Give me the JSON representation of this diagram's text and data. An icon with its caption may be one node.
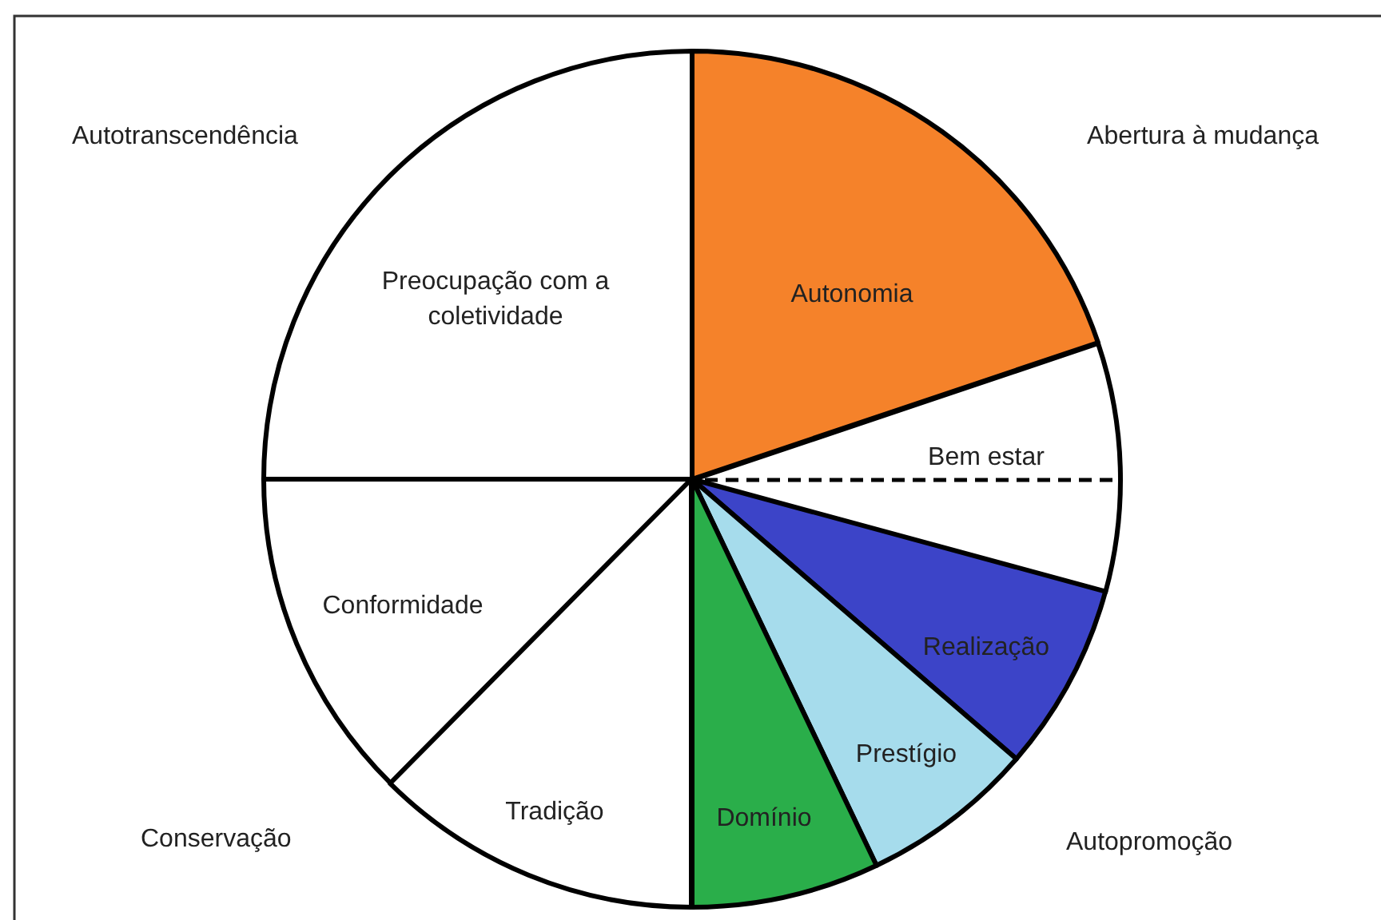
{
  "diagram": {
    "nodes": [
      {
        "text": [
          "Preocupação com a coletividade"
        ]
      },
      {
        "text": [
          "Autonomia"
        ]
      },
      {
        "text": [
          "Bem estar"
        ]
      },
      {
        "text": [
          "Conformidade"
        ]
      },
      {
        "text": [
          "Realização"
        ]
      },
      {
        "text": [
          "Prestígio"
        ]
      },
      {
        "text": [
          "Tradição"
        ]
      },
      {
        "text": [
          "Domínio"
        ]
      }
    ],
    "labels": [
      "Autotranscendência",
      "Abertura à mudança",
      "Conservação",
      "Autopromoção"
    ]
  }
}
